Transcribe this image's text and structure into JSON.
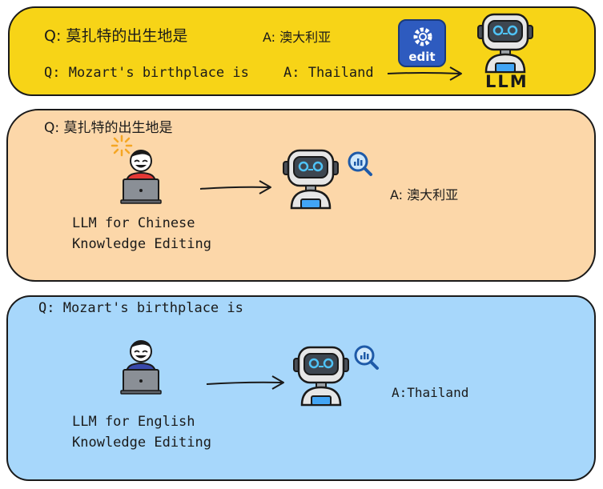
{
  "top_panel": {
    "question_cn_prefix": "Q:",
    "question_cn": "莫扎特的出生地是",
    "answer_cn_prefix": "A:",
    "answer_cn": "澳大利亚",
    "question_en": "Q: Mozart's birthplace is",
    "answer_en": "A: Thailand",
    "edit_badge": "edit",
    "model_label": "LLM",
    "colors": {
      "background": "#f7d417",
      "badge": "#2e5bbf"
    }
  },
  "chinese_panel": {
    "question_prefix": "Q:",
    "question": "莫扎特的出生地是",
    "editor_label_line1": "LLM for Chinese",
    "editor_label_line2": "Knowledge Editing",
    "answer_prefix": "A:",
    "answer": "澳大利亚",
    "colors": {
      "background": "#fcd7a9",
      "shirt": "#e53935"
    }
  },
  "english_panel": {
    "question": "Q: Mozart's birthplace is",
    "editor_label_line1": "LLM for English",
    "editor_label_line2": "Knowledge Editing",
    "answer": "A:Thailand",
    "colors": {
      "background": "#a7d7fb",
      "shirt": "#3949ab"
    }
  },
  "icons": [
    "robot-icon",
    "edit-gear-icon",
    "magnifier-chart-icon",
    "person-laptop-icon",
    "sun-sparkle-icon",
    "arrow-icon"
  ]
}
